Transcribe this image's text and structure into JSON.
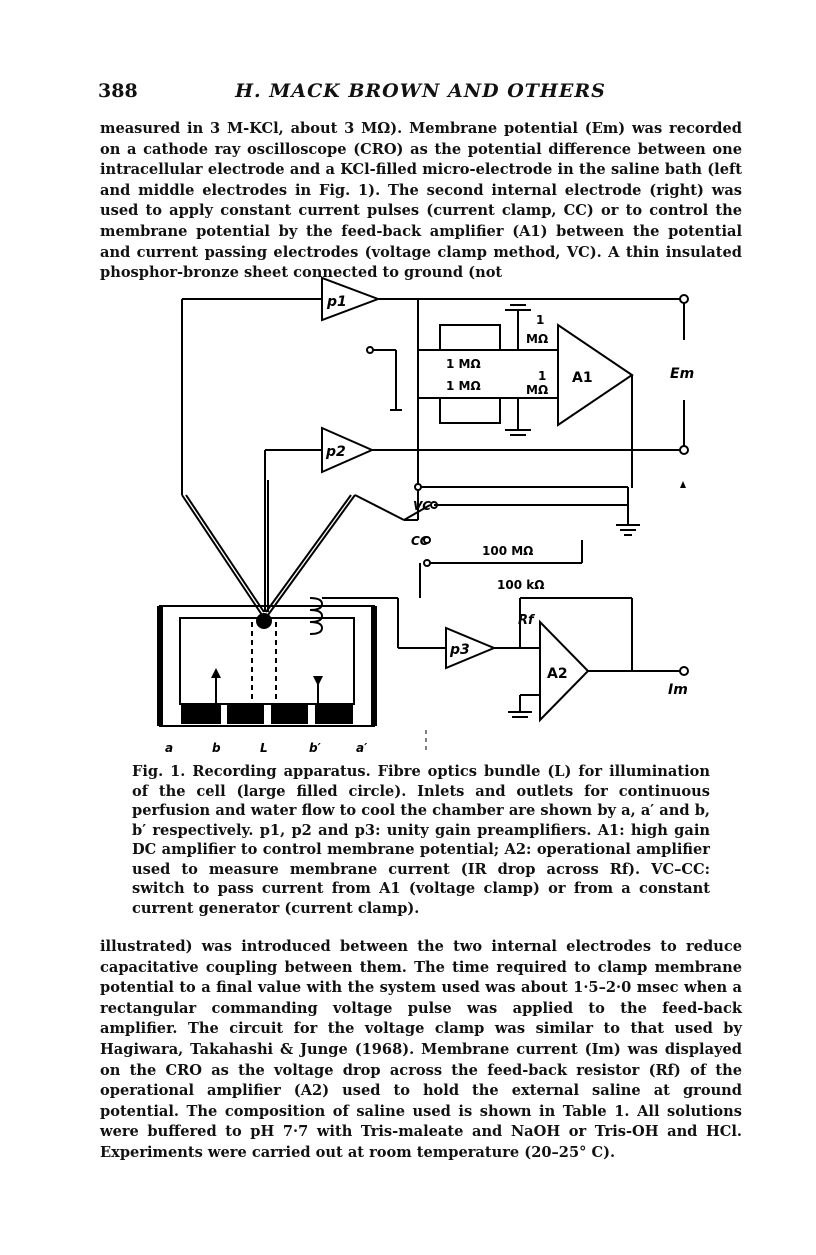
{
  "header": {
    "page_number": "388",
    "running_title": "H. MACK BROWN AND OTHERS"
  },
  "para1": "measured in 3 M-KCl, about 3 MΩ). Membrane potential (Em) was recorded on a cathode ray oscilloscope (CRO) as the potential difference between one intracellular electrode and a KCl-filled micro-electrode in the saline bath (left and middle electrodes in Fig. 1). The second internal electrode (right) was used to apply constant current pulses (current clamp, CC) or to control the membrane potential by the feed-back amplifier (A1) between the potential and current passing electrodes (voltage clamp method, VC). A thin insulated phosphor-bronze sheet connected to ground (not",
  "figure": {
    "labels": {
      "p1": "p1",
      "p2": "p2",
      "p3": "p3",
      "A1": "A1",
      "A2": "A2",
      "Em": "Em",
      "Im": "Im",
      "Rf": "Rf",
      "r1": "1 MΩ",
      "r2": "1 MΩ",
      "r3": "1",
      "r3b": "MΩ",
      "r4": "1",
      "r4b": "MΩ",
      "r100M": "100 MΩ",
      "r100k": "100 kΩ",
      "VC": "VC",
      "CC": "CC",
      "a": "a",
      "b": "b",
      "L": "L",
      "bp": "b′",
      "ap": "a′"
    }
  },
  "caption": "Fig. 1. Recording apparatus. Fibre optics bundle (L) for illumination of the cell (large filled circle). Inlets and outlets for continuous perfusion and water flow to cool the chamber are shown by a, a′ and b, b′ respectively. p1, p2 and p3: unity gain preamplifiers. A1: high gain DC amplifier to control membrane potential; A2: operational amplifier used to measure membrane current (IR drop across Rf). VC–CC: switch to pass current from A1 (voltage clamp) or from a constant current generator (current clamp).",
  "para2": "illustrated) was introduced between the two internal electrodes to reduce capacitative coupling between them. The time required to clamp membrane potential to a final value with the system used was about 1·5–2·0 msec when a rectangular commanding voltage pulse was applied to the feed-back amplifier. The circuit for the voltage clamp was similar to that used by Hagiwara, Takahashi & Junge (1968). Membrane current (Im) was displayed on the CRO as the voltage drop across the feed-back resistor (Rf) of the operational amplifier (A2) used to hold the external saline at ground potential. The composition of saline used is shown in Table 1. All solutions were buffered to pH 7·7 with Tris-maleate and NaOH or Tris-OH and HCl. Experiments were carried out at room temperature (20–25° C)."
}
